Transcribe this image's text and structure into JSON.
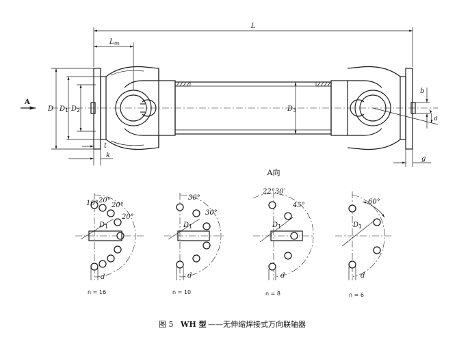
{
  "main_view": {
    "dimensions": [
      "L",
      "L",
      "D",
      "D",
      "D",
      "D",
      "t",
      "k",
      "b",
      "a",
      "g"
    ],
    "view_marker": "A",
    "view_title": "A向"
  },
  "patterns": [
    {
      "count_label": "n = 16",
      "angles": [
        "10°",
        "20°",
        "20°",
        "20°"
      ],
      "pcd": "D",
      "pcd_sub": "1",
      "hole": "d"
    },
    {
      "count_label": "n = 10",
      "angles": [
        "30°",
        "30°"
      ],
      "pcd": "D",
      "pcd_sub": "1",
      "hole": "d"
    },
    {
      "count_label": "n = 8",
      "angles": [
        "22°30′",
        "45°"
      ],
      "pcd": "D",
      "pcd_sub": "1",
      "hole": "d"
    },
    {
      "count_label": "n = 6",
      "angles": [
        "60°"
      ],
      "pcd": "D",
      "pcd_sub": "1",
      "hole": "d"
    }
  ],
  "caption": {
    "figure_no": "图 5",
    "model": "WH 型",
    "title": "——无伸缩焊接式万向联轴器"
  }
}
